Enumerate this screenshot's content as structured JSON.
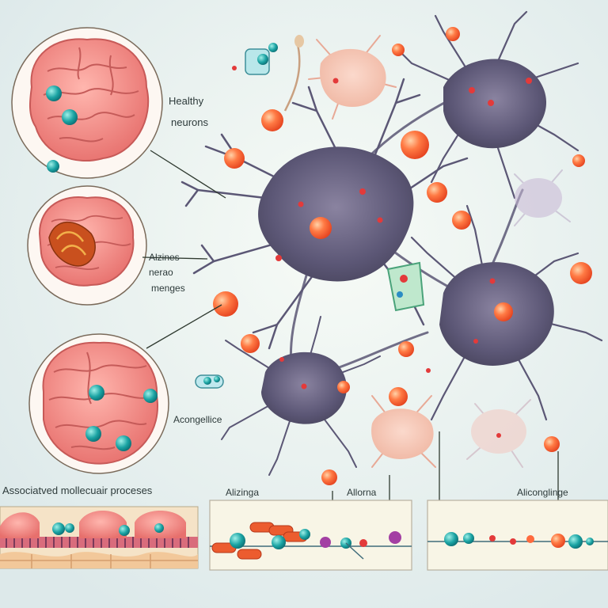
{
  "labels": {
    "healthy_line1": "Healthy",
    "healthy_line2": "neurons",
    "alz_line1": "Alzines",
    "alz_line2": "nerao",
    "alz_line3": "menges",
    "acong": "Acongellice",
    "assoc": "Associatved mollecuair proceses",
    "alizinga": "Alizinga",
    "allorna": "Allorna",
    "alicong": "Aliconglinge"
  },
  "colors": {
    "background": "#eaf2ef",
    "brain": "#f28e8e",
    "neuron": "#5b5775",
    "orb": "#ff6a3d",
    "teal": "#1a9c9c"
  },
  "icons": [
    "brain-icon",
    "neuron-icon",
    "molecule-icon"
  ]
}
